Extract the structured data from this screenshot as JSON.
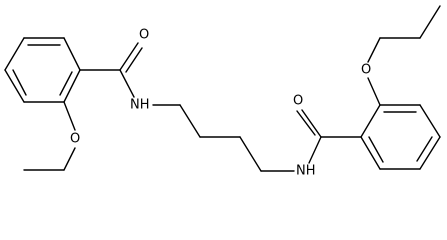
{
  "structure": {
    "atoms": {
      "o_carbonyl_left": "O",
      "nh_left": "NH",
      "o_ether_left": "O",
      "o_carbonyl_right": "O",
      "nh_right": "NH",
      "o_ether_right": "O"
    },
    "colors": {
      "bond": "#000000",
      "label": "#000000",
      "background": "#ffffff"
    }
  }
}
